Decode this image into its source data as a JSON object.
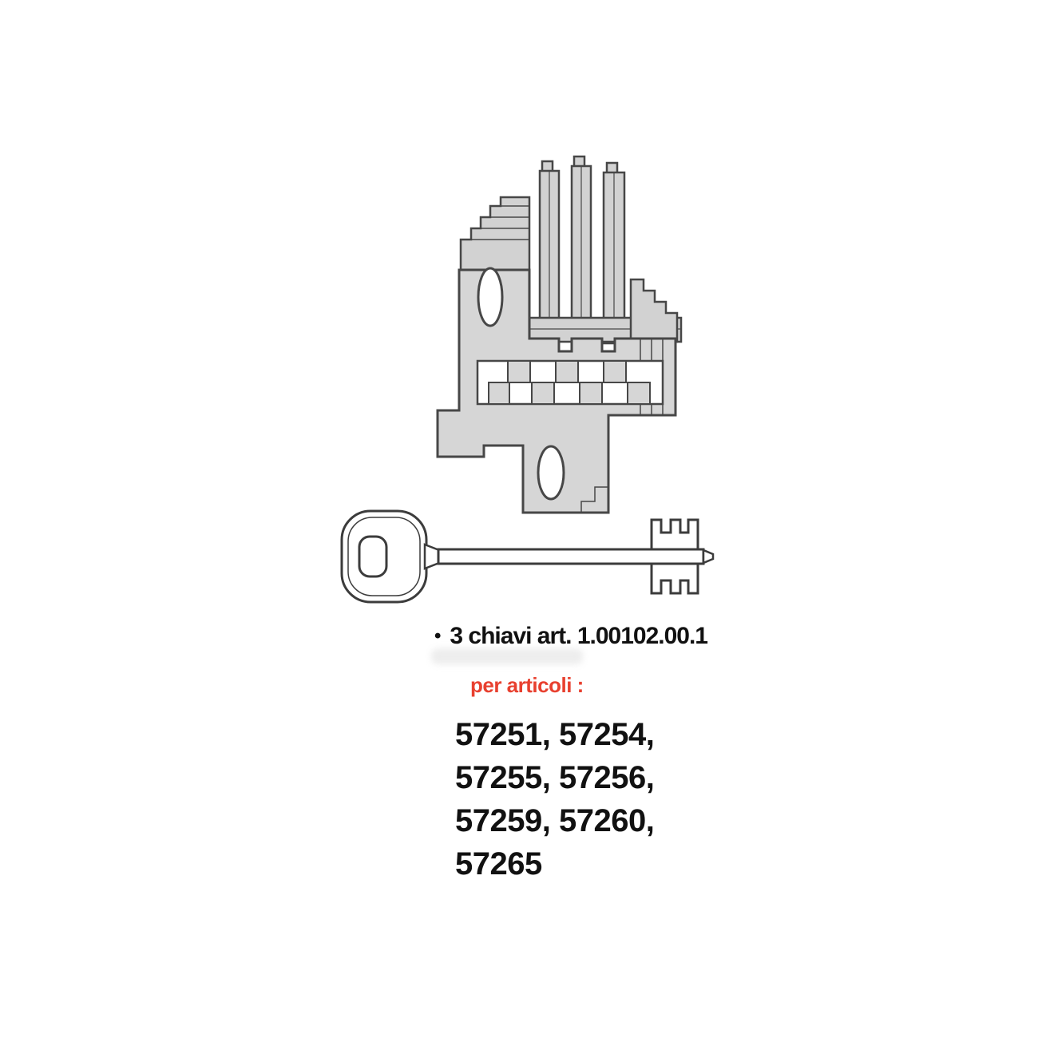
{
  "page": {
    "background": "#ffffff",
    "text_color": "#111111",
    "accent_red": "#e8402f"
  },
  "caption": {
    "bullet": "•",
    "keys_line": "3 chiavi art. 1.00102.00.1",
    "for_articles_label": "per articoli :",
    "article_lines": [
      "57251, 57254,",
      "57255, 57256,",
      "57259, 57260,",
      "57265"
    ]
  }
}
